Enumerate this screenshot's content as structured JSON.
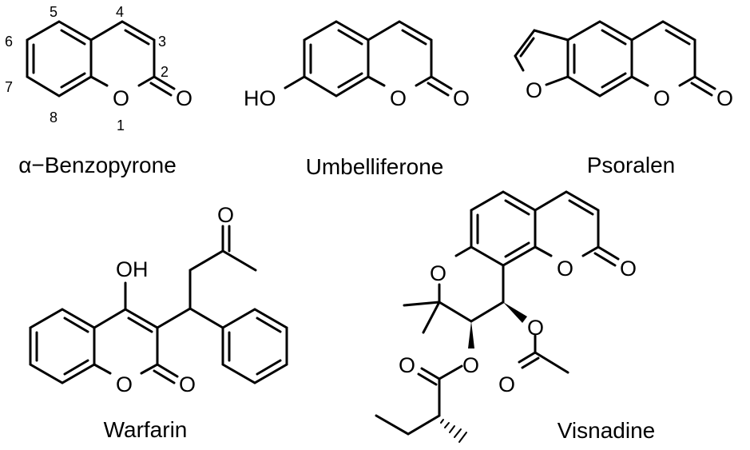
{
  "figure": {
    "type": "chemical-structures",
    "line_color": "#000000",
    "background": "#ffffff"
  },
  "molecules": {
    "benzopyrone": {
      "name": "α−Benzopyrone",
      "ring_oxygen": "O",
      "carbonyl_oxygen": "O",
      "positions": [
        "1",
        "2",
        "3",
        "4",
        "5",
        "6",
        "7",
        "8"
      ]
    },
    "umbelliferone": {
      "name": "Umbelliferone",
      "hydroxyl": "HO",
      "ring_oxygen": "O",
      "carbonyl_oxygen": "O"
    },
    "psoralen": {
      "name": "Psoralen",
      "furan_oxygen": "O",
      "ring_oxygen": "O",
      "carbonyl_oxygen": "O"
    },
    "warfarin": {
      "name": "Warfarin",
      "hydroxyl": "OH",
      "ring_oxygen": "O",
      "carbonyl_oxygen": "O",
      "ketone_oxygen": "O"
    },
    "visnadine": {
      "name": "Visnadine",
      "pyran_oxygen": "O",
      "ring_oxygen": "O",
      "carbonyl_oxygen": "O",
      "ester_oxygen_left": "O",
      "ester_carbonyl_left": "O",
      "ester_oxygen_right": "O",
      "ester_carbonyl_right": "O"
    }
  }
}
